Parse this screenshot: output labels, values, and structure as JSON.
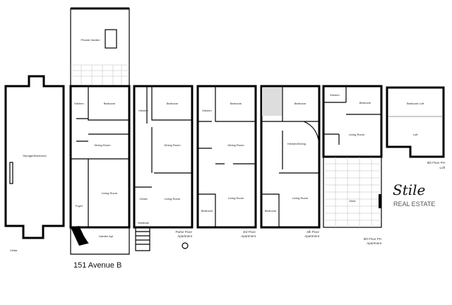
{
  "address": "151 Avenue B",
  "brand": {
    "name": "Stile",
    "suffix": "REAL ESTATE"
  },
  "floors": {
    "cellar": {
      "title": "Cellar",
      "room": "Storage/Workroom"
    },
    "garden": {
      "title": "Garden Apt",
      "garden": "Private Garden",
      "bedroom": "Bedroom",
      "kitchen": "Kitchen",
      "dining": "Dining Room",
      "living": "Living Room",
      "foyer": "Foyer"
    },
    "parlor": {
      "title": "Parlor Floor",
      "title2": "Apartment",
      "bedroom": "Bedroom",
      "kitchen": "Kitchen",
      "dining": "Dining Room",
      "living": "Living Room",
      "closet": "Closet",
      "vestibule": "Vestibule"
    },
    "third": {
      "title": "3rd Floor",
      "title2": "Apartment",
      "bedroom": "Bedroom",
      "kitchen": "Kitchen",
      "dining": "Dining Room",
      "living": "Living Room",
      "bedroom2": "Bedroom"
    },
    "fourth": {
      "title": "4th Floor",
      "title2": "Apartment",
      "bedroom": "Bedroom",
      "kitchen": "Kitchen/Dining",
      "living": "Living Room",
      "bedroom2": "Bedroom"
    },
    "fifth": {
      "title": "5th Floor PH",
      "title2": "Apartment",
      "kitchen": "Kitchen",
      "bedroom": "Bedroom",
      "living": "Living Room",
      "deck": "Deck"
    },
    "loft": {
      "title": "5th Floor PH",
      "title2": "Loft",
      "bedroom": "Bedroom Loft",
      "loft": "Loft"
    }
  }
}
